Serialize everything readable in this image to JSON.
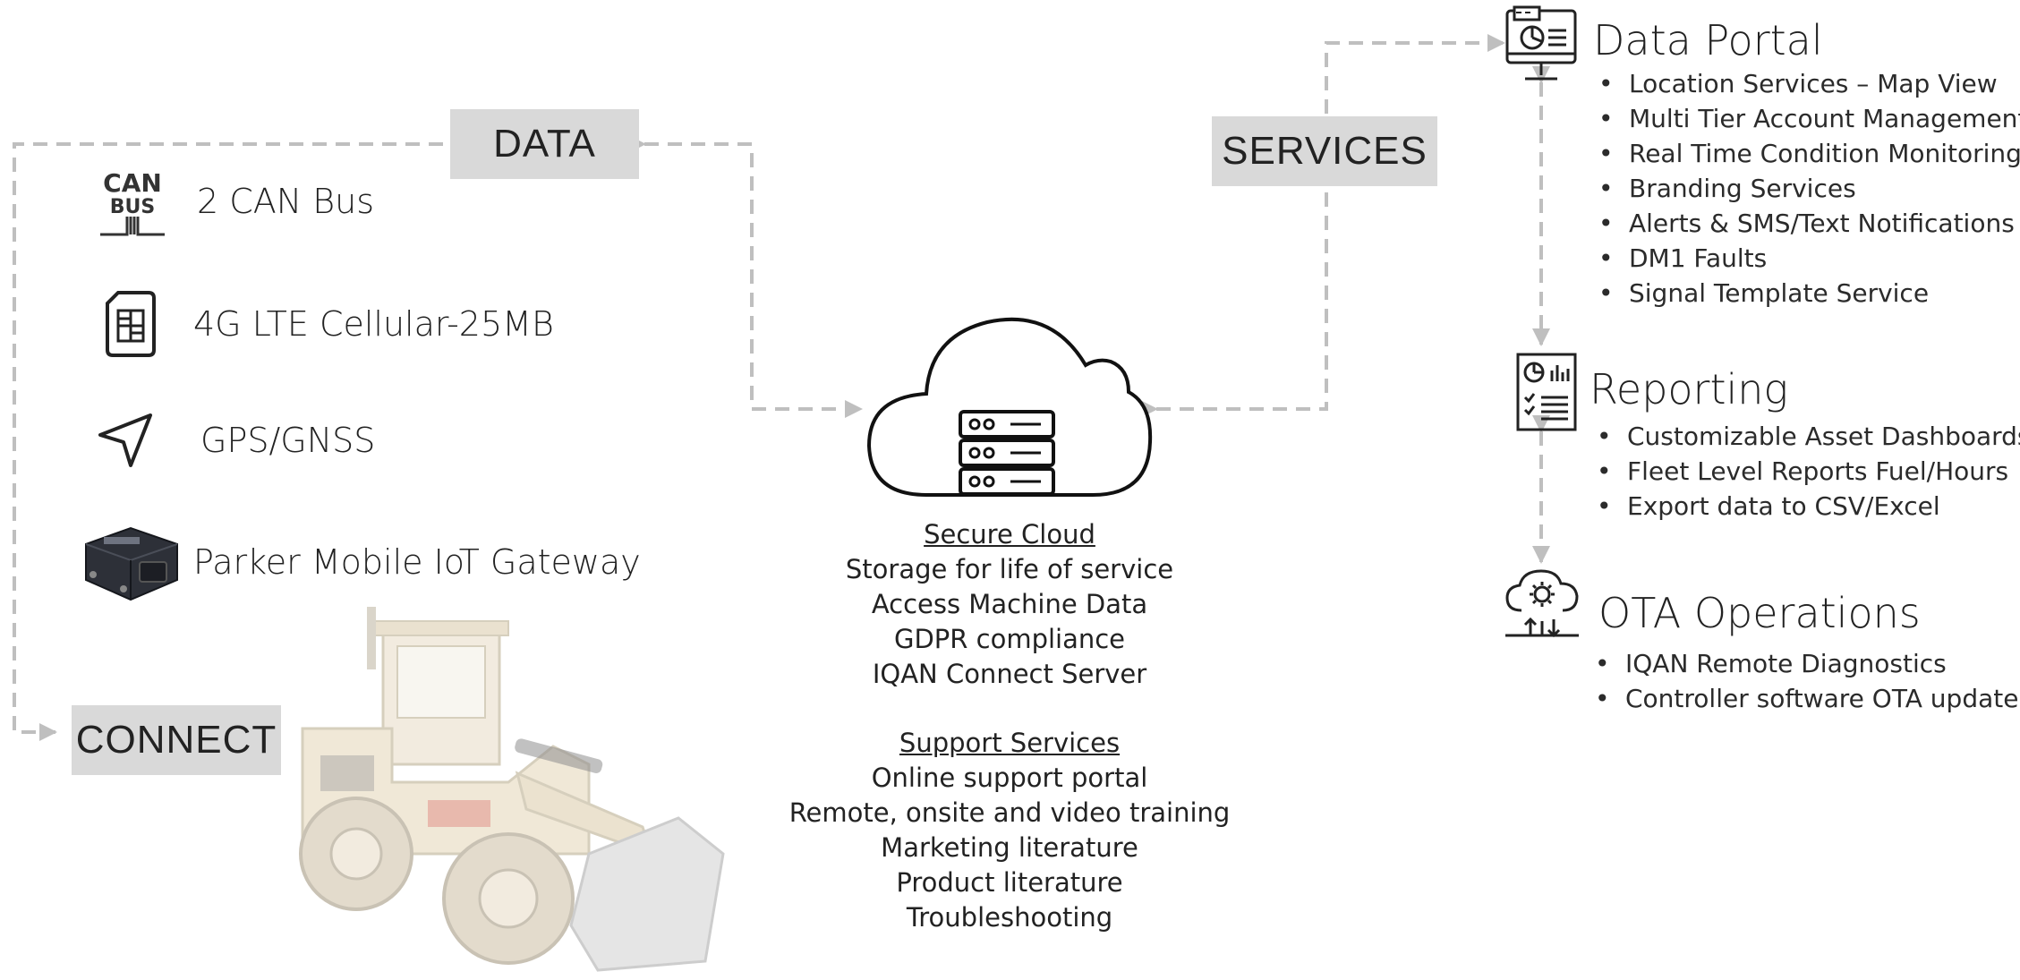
{
  "diagram": {
    "data_label": "DATA",
    "connect_label": "CONNECT",
    "services_label": "SERVICES",
    "features": [
      {
        "icon": "can-bus-icon",
        "label": "2 CAN Bus",
        "icon_text_top": "CAN",
        "icon_text_bottom": "BUS"
      },
      {
        "icon": "sim-card-icon",
        "label": "4G LTE Cellular-25MB"
      },
      {
        "icon": "navigation-arrow-icon",
        "label": "GPS/GNSS"
      },
      {
        "icon": "gateway-device-icon",
        "label": "Parker Mobile IoT Gateway"
      }
    ],
    "cloud": {
      "heading1": "Secure Cloud",
      "items1": [
        "Storage for life of service",
        "Access Machine Data",
        "GDPR compliance",
        "IQAN  Connect Server"
      ],
      "heading2": "Support Services",
      "items2": [
        "Online support portal",
        "Remote, onsite and video training",
        "Marketing literature",
        "Product literature",
        "Troubleshooting"
      ]
    },
    "panels": [
      {
        "title": "Data Portal",
        "icon": "monitor-dashboard-icon",
        "bullets": [
          "Location Services – Map View",
          "Multi Tier Account Management",
          "Real Time Condition Monitoring",
          "Branding Services",
          "Alerts & SMS/Text Notifications",
          "DM1 Faults",
          "Signal Template Service"
        ]
      },
      {
        "title": "Reporting",
        "icon": "report-clipboard-icon",
        "bullets": [
          "Customizable Asset Dashboards",
          "Fleet Level Reports Fuel/Hours",
          "Export data to CSV/Excel"
        ]
      },
      {
        "title": "OTA Operations",
        "icon": "cloud-gear-icon",
        "bullets": [
          "IQAN Remote Diagnostics",
          "Controller software OTA updates"
        ]
      }
    ],
    "colors": {
      "connector": "#bfbfbf",
      "label_bg": "#d9d9d9",
      "text": "#222222"
    }
  }
}
